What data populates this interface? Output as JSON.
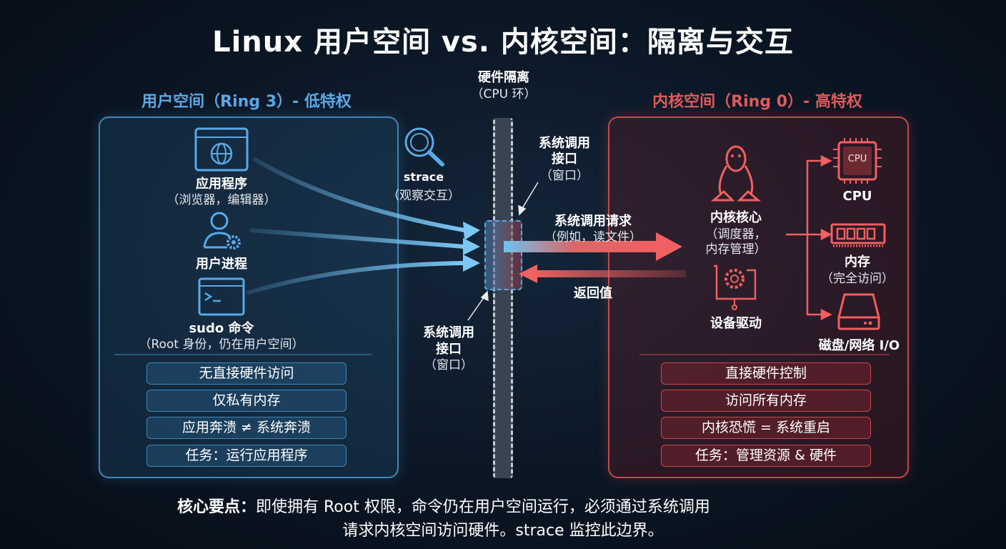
{
  "title": "Linux 用户空间 vs. 内核空间：隔离与交互",
  "user_space": {
    "label": "用户空间（Ring 3）- 低特权",
    "color": "#5aa9e6",
    "items": [
      {
        "icon": "browser-globe-icon",
        "label": "应用程序",
        "sub": "（浏览器，编辑器）"
      },
      {
        "icon": "user-gear-icon",
        "label": "用户进程"
      },
      {
        "icon": "terminal-icon",
        "label": "sudo 命令",
        "sub": "（Root 身份，仍在用户空间）"
      }
    ],
    "facts": [
      "无直接硬件访问",
      "仅私有内存",
      "应用奔溃 ≠ 系统奔溃",
      "任务：运行应用程序"
    ]
  },
  "strace": {
    "label": "strace",
    "sub": "（观察交互）"
  },
  "barrier": {
    "label": "硬件隔离",
    "sub": "（CPU 环）"
  },
  "interface_top": {
    "label1": "系统调用",
    "label2": "接口",
    "sub": "（窗口）"
  },
  "interface_bottom": {
    "label1": "系统调用",
    "label2": "接口",
    "sub": "（窗口）"
  },
  "request": {
    "label": "系统调用请求",
    "sub": "（例如，读文件）"
  },
  "return": {
    "label": "返回值"
  },
  "kernel_space": {
    "label": "内核空间（Ring 0）- 高特权",
    "color": "#e05a5a",
    "core": {
      "label": "内核核心",
      "sub1": "（调度器，",
      "sub2": "内存管理）"
    },
    "driver": {
      "label": "设备驱动"
    },
    "hardware": [
      {
        "icon": "cpu-icon",
        "chip": "CPU",
        "label": "CPU"
      },
      {
        "icon": "memory-icon",
        "label": "内存",
        "sub": "（完全访问）"
      },
      {
        "icon": "disk-icon",
        "label": "磁盘/网络 I/O"
      }
    ],
    "facts": [
      "直接硬件控制",
      "访问所有内存",
      "内核恐慌 = 系统重启",
      "任务：管理资源 & 硬件"
    ]
  },
  "takeaway": {
    "bold": "核心要点：",
    "line1": "即使拥有 Root 权限，命令仍在用户空间运行，必须通过系统调用",
    "line2": "请求内核空间访问硬件。strace 监控此边界。"
  }
}
